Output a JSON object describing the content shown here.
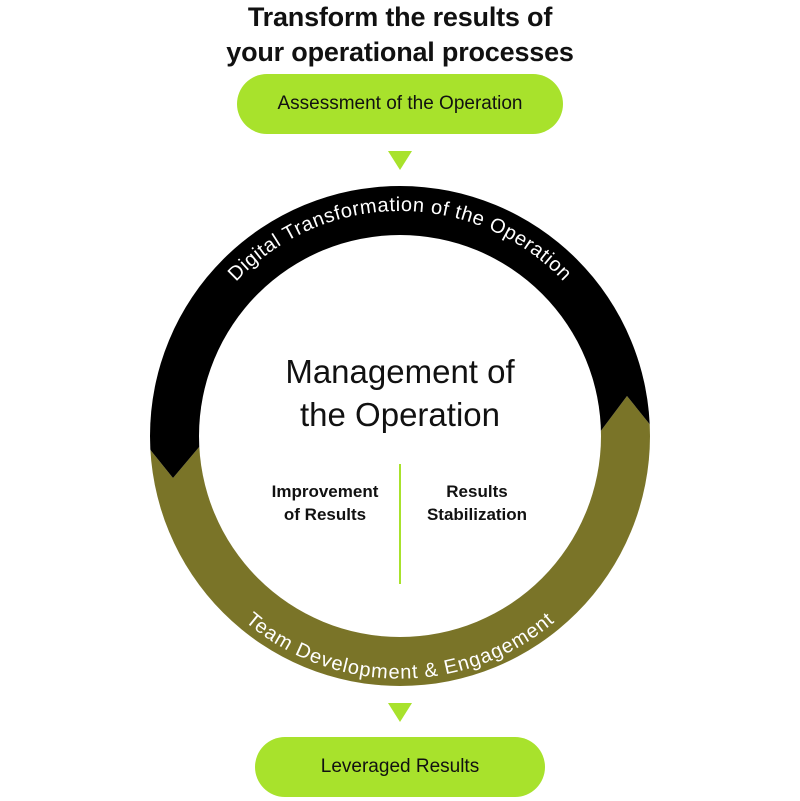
{
  "title": {
    "line1": "Transform the results of",
    "line2": "your operational processes"
  },
  "steps": {
    "start": "Assessment of the Operation",
    "end": "Leveraged Results"
  },
  "cycle": {
    "top_arc_label": "Digital Transformation of the Operation",
    "bottom_arc_label": "Team Development & Engagement",
    "center": {
      "line1": "Management of",
      "line2": "the Operation"
    },
    "left_item": {
      "line1": "Improvement",
      "line2": "of Results"
    },
    "right_item": {
      "line1": "Results",
      "line2": "Stabilization"
    }
  },
  "colors": {
    "accent_green": "#a8e22c",
    "ring_black": "#000000",
    "ring_olive": "#7a7428",
    "text": "#111111"
  }
}
